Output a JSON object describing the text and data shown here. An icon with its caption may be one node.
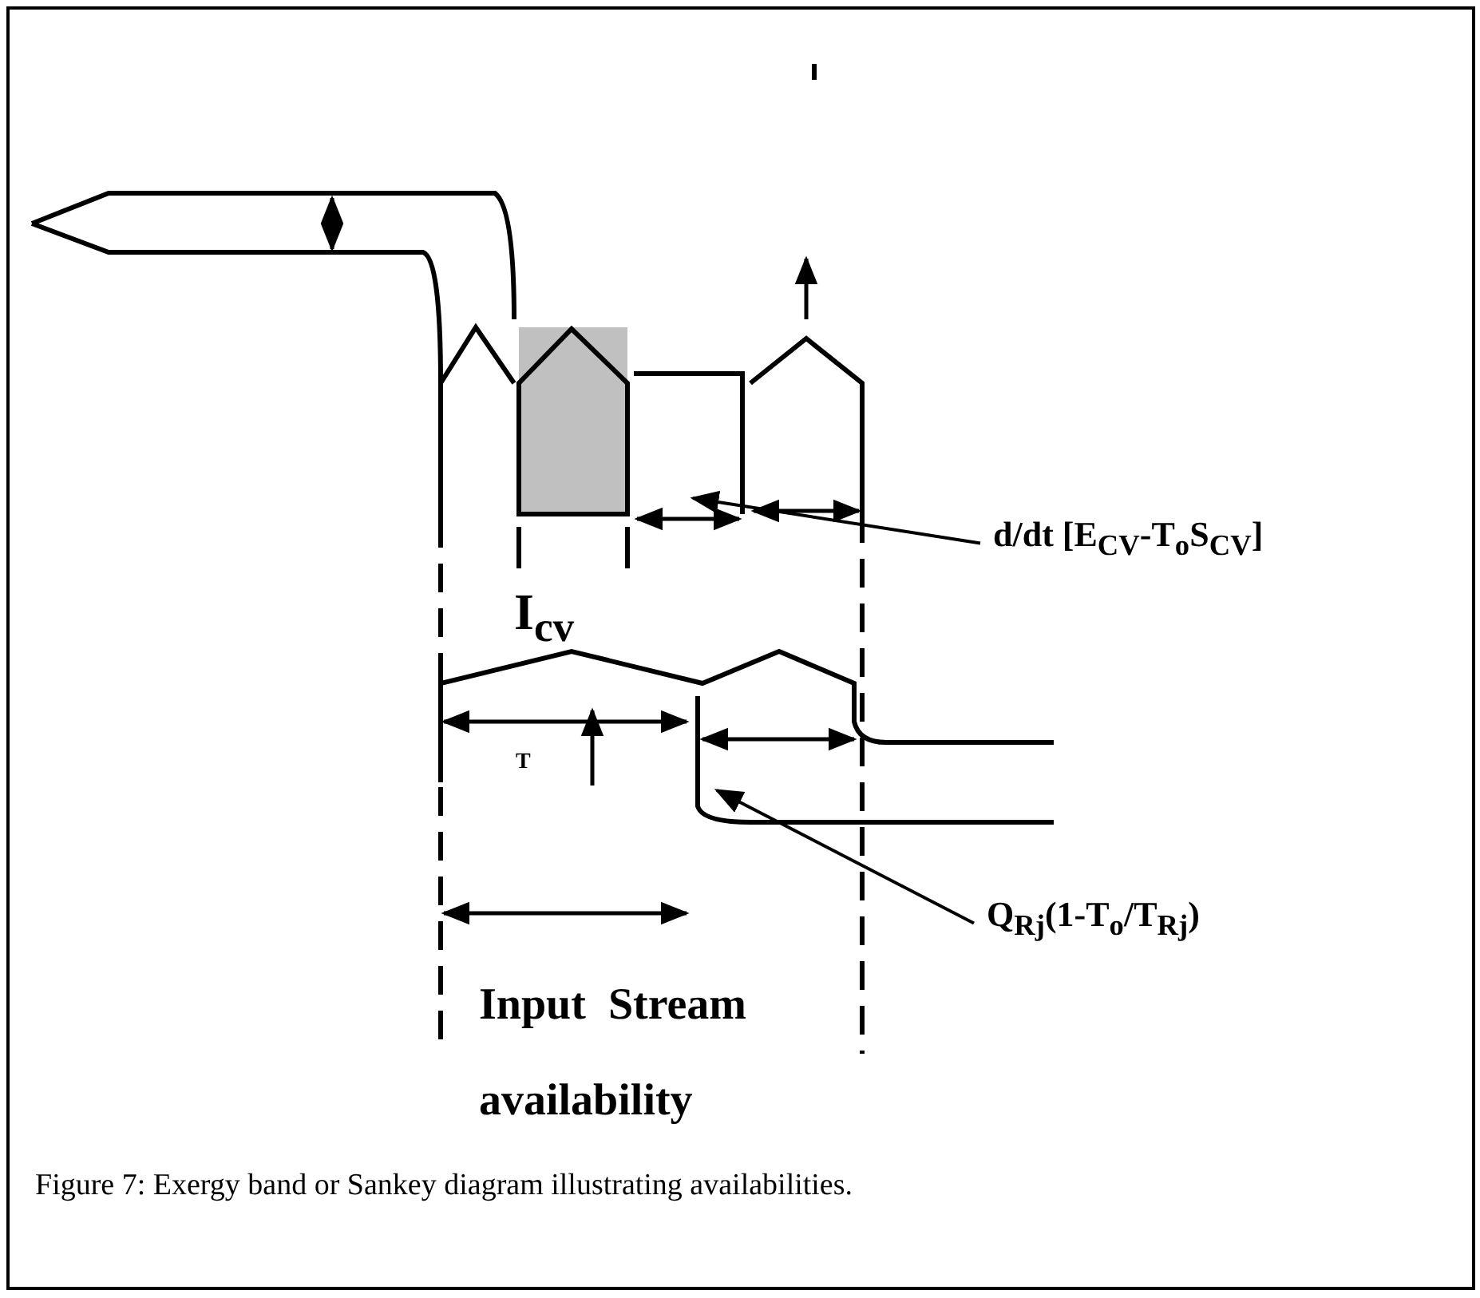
{
  "diagram": {
    "caption": "Figure 7:  Exergy band or Sankey diagram illustrating availabilities.",
    "nodes": [
      {
        "text": [
          "d/dt [E$_{CV}$-T$_{o}$S$_{CV}$]"
        ]
      },
      {
        "text": [
          "Q$_{Rj}$(1-T$_{o}$/T$_{Rj}$)"
        ]
      }
    ],
    "edges": [
      {
        "from": 0,
        "to": null,
        "arrow": "to"
      },
      {
        "from": 1,
        "to": null,
        "arrow": "to"
      }
    ],
    "labels": [
      "I$_{cv}$",
      "T",
      "Input  Stream availability"
    ]
  }
}
